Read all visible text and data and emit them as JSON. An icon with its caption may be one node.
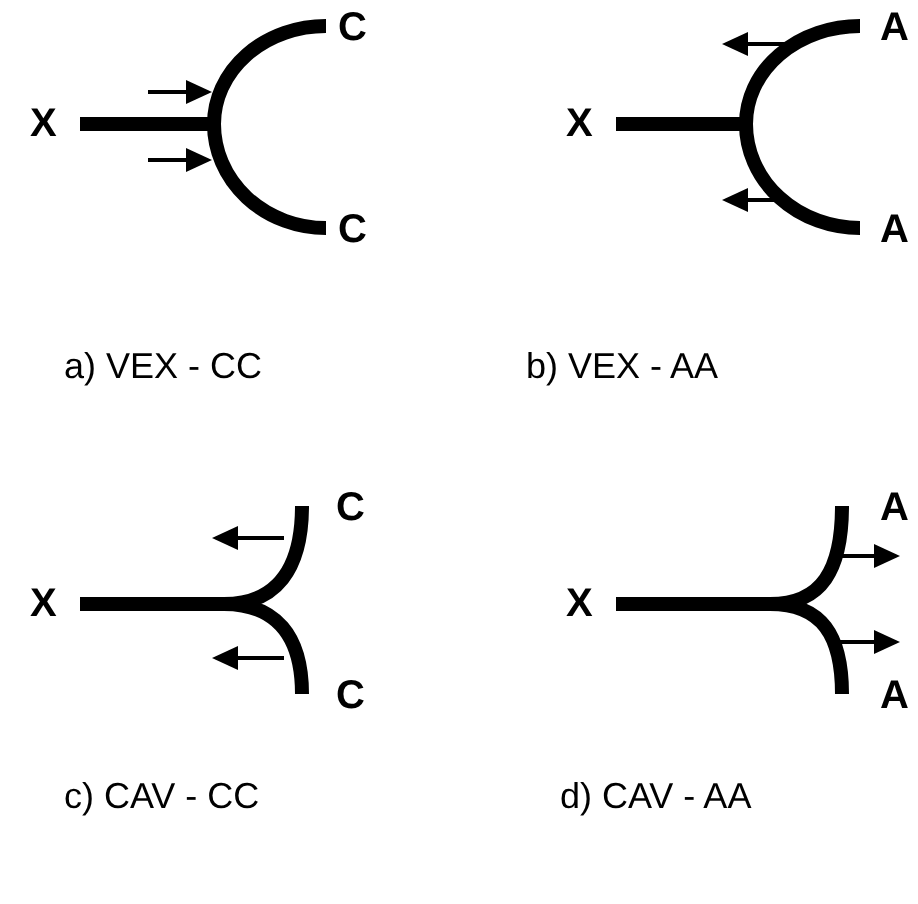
{
  "diagram": {
    "nodes": [
      {
        "text": [
          "X"
        ]
      },
      {
        "text": [
          "C"
        ]
      },
      {
        "text": [
          "C"
        ]
      },
      {
        "text": [
          "X"
        ]
      },
      {
        "text": [
          "A"
        ]
      },
      {
        "text": [
          "A"
        ]
      },
      {
        "text": [
          "X"
        ]
      },
      {
        "text": [
          "C"
        ]
      },
      {
        "text": [
          "C"
        ]
      },
      {
        "text": [
          "X"
        ]
      },
      {
        "text": [
          "A"
        ]
      },
      {
        "text": [
          "A"
        ]
      }
    ],
    "edges": [
      {
        "from": 0,
        "to": 1,
        "arrow": "none"
      },
      {
        "from": 0,
        "to": 2,
        "arrow": "none"
      },
      {
        "from": 3,
        "to": 4,
        "arrow": "none"
      },
      {
        "from": 3,
        "to": 5,
        "arrow": "none"
      },
      {
        "from": 6,
        "to": 7,
        "arrow": "none"
      },
      {
        "from": 6,
        "to": 8,
        "arrow": "none"
      },
      {
        "from": 9,
        "to": 10,
        "arrow": "none"
      },
      {
        "from": 9,
        "to": 11,
        "arrow": "none"
      }
    ],
    "labels": [
      "a) VEX - CC",
      "b) VEX - AA",
      "c) CAV - CC",
      "d) CAV - AA"
    ]
  }
}
